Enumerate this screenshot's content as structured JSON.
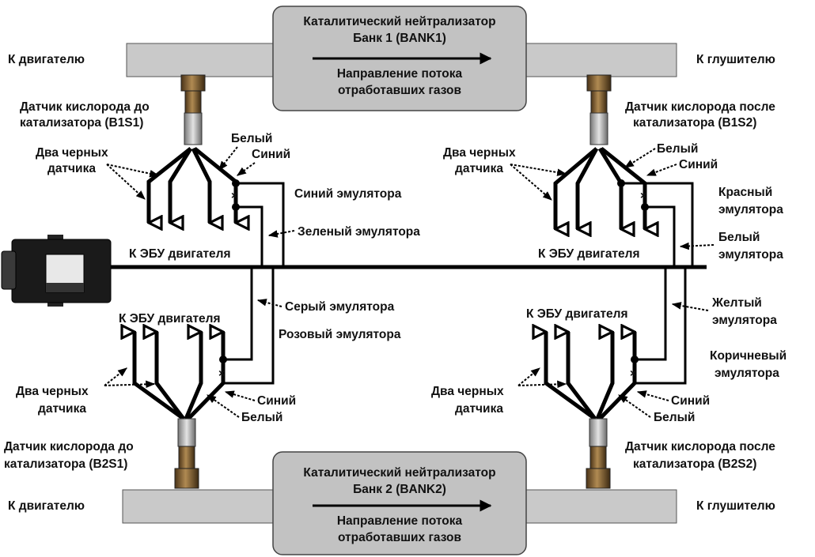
{
  "colors": {
    "pipe": "#c9c9c9",
    "catalyst": "#c2c2c2",
    "wire": "#000000",
    "sensor_brass": "#8a6a3a",
    "sensor_steel": "#b8b8b8",
    "module_body": "#1a1a1a"
  },
  "bank1": {
    "cat_title_1": "Каталитический нейтрализатор",
    "cat_title_2": "Банк 1 (BANK1)",
    "flow_1": "Направление потока",
    "flow_2": "отработавших газов",
    "to_engine": "К двигателю",
    "to_muffler": "К глушителю",
    "s1_name_1": "Датчик кислорода до",
    "s1_name_2": "катализатора  (B1S1)",
    "s2_name_1": "Датчик кислорода после",
    "s2_name_2": "катализатора   (B1S2)",
    "s1_black_1": "Два черных",
    "s1_black_2": "датчика",
    "s1_white": "Белый",
    "s1_blue": "Синий",
    "s1_emu_blue": "Синий эмулятора",
    "s1_emu_green": "Зеленый эмулятора",
    "s1_ecu": "К ЭБУ двигателя",
    "s2_black_1": "Два черных",
    "s2_black_2": "датчика",
    "s2_white": "Белый",
    "s2_blue": "Синий",
    "s2_emu_red_1": "Красный",
    "s2_emu_red_2": "эмулятора",
    "s2_emu_white_1": "Белый",
    "s2_emu_white_2": "эмулятора",
    "s2_ecu": "К ЭБУ двигателя"
  },
  "bank2": {
    "cat_title_1": "Каталитический нейтрализатор",
    "cat_title_2": "Банк 2 (BANK2)",
    "flow_1": "Направление потока",
    "flow_2": "отработавших газов",
    "to_engine": "К двигателю",
    "to_muffler": "К глушителю",
    "s1_name_1": "Датчик кислорода до",
    "s1_name_2": "катализатора  (B2S1)",
    "s2_name_1": "Датчик кислорода после",
    "s2_name_2": "катализатора   (B2S2)",
    "s1_black_1": "Два черных",
    "s1_black_2": "датчика",
    "s1_white": "Белый",
    "s1_blue": "Синий",
    "s1_emu_gray": "Серый эмулятора",
    "s1_emu_pink": "Розовый эмулятора",
    "s1_ecu": "К ЭБУ двигателя",
    "s2_black_1": "Два черных",
    "s2_black_2": "датчика",
    "s2_white": "Белый",
    "s2_blue": "Синий",
    "s2_emu_yellow_1": "Желтый",
    "s2_emu_yellow_2": "эмулятора",
    "s2_emu_brown_1": "Коричневый",
    "s2_emu_brown_2": "эмулятора",
    "s2_ecu": "К ЭБУ двигателя"
  },
  "module": {
    "icon": "emulator-module-icon"
  }
}
